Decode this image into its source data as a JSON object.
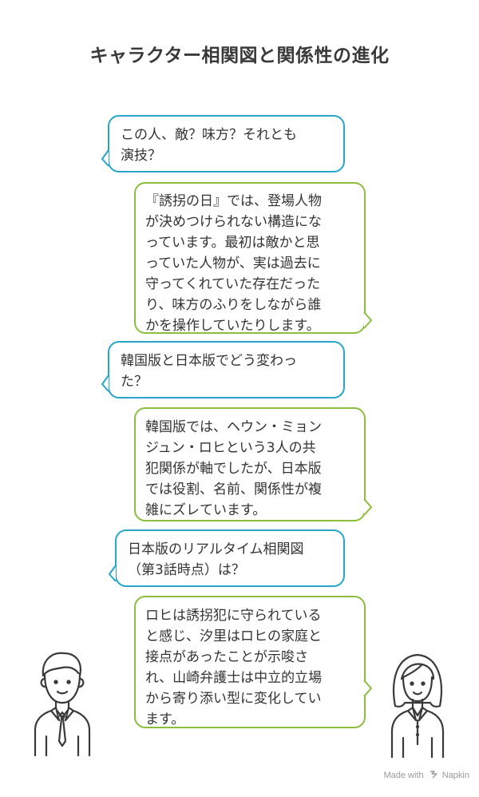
{
  "title": "キャラクター相関図と関係性の進化",
  "bubbles": [
    {
      "kind": "question",
      "text": "この人、敵？味方？それとも\n演技？"
    },
    {
      "kind": "answer",
      "text": "『誘拐の日』では、登場人物\nが決めつけられない構造にな\nっています。最初は敵かと思\nっていた人物が、実は過去に\n守ってくれていた存在だった\nり、味方のふりをしながら誰\nかを操作していたりします。"
    },
    {
      "kind": "question",
      "text": "韓国版と日本版でどう変わっ\nた？"
    },
    {
      "kind": "answer",
      "text": "韓国版では、ヘウン・ミョン\nジュン・ロヒという3人の共\n犯関係が軸でしたが、日本版\nでは役割、名前、関係性が複\n雑にズレています。"
    },
    {
      "kind": "question",
      "text": "日本版のリアルタイム相関図\n（第3話時点）は？"
    },
    {
      "kind": "answer",
      "text": "ロヒは誘拐犯に守られている\nと感じ、汐里はロヒの家庭と\n接点があったことが示唆さ\nれ、山崎弁護士は中立的立場\nから寄り添い型に変化してい\nます。"
    }
  ],
  "credit": {
    "made_with": "Made with",
    "brand": "Napkin"
  },
  "colors": {
    "question_border": "#26a6c9",
    "answer_border": "#8dbd3c",
    "text": "#333333"
  },
  "icons": {
    "left_person": "man-in-tie-icon",
    "right_person": "woman-icon",
    "brand": "napkin-logo-icon"
  }
}
